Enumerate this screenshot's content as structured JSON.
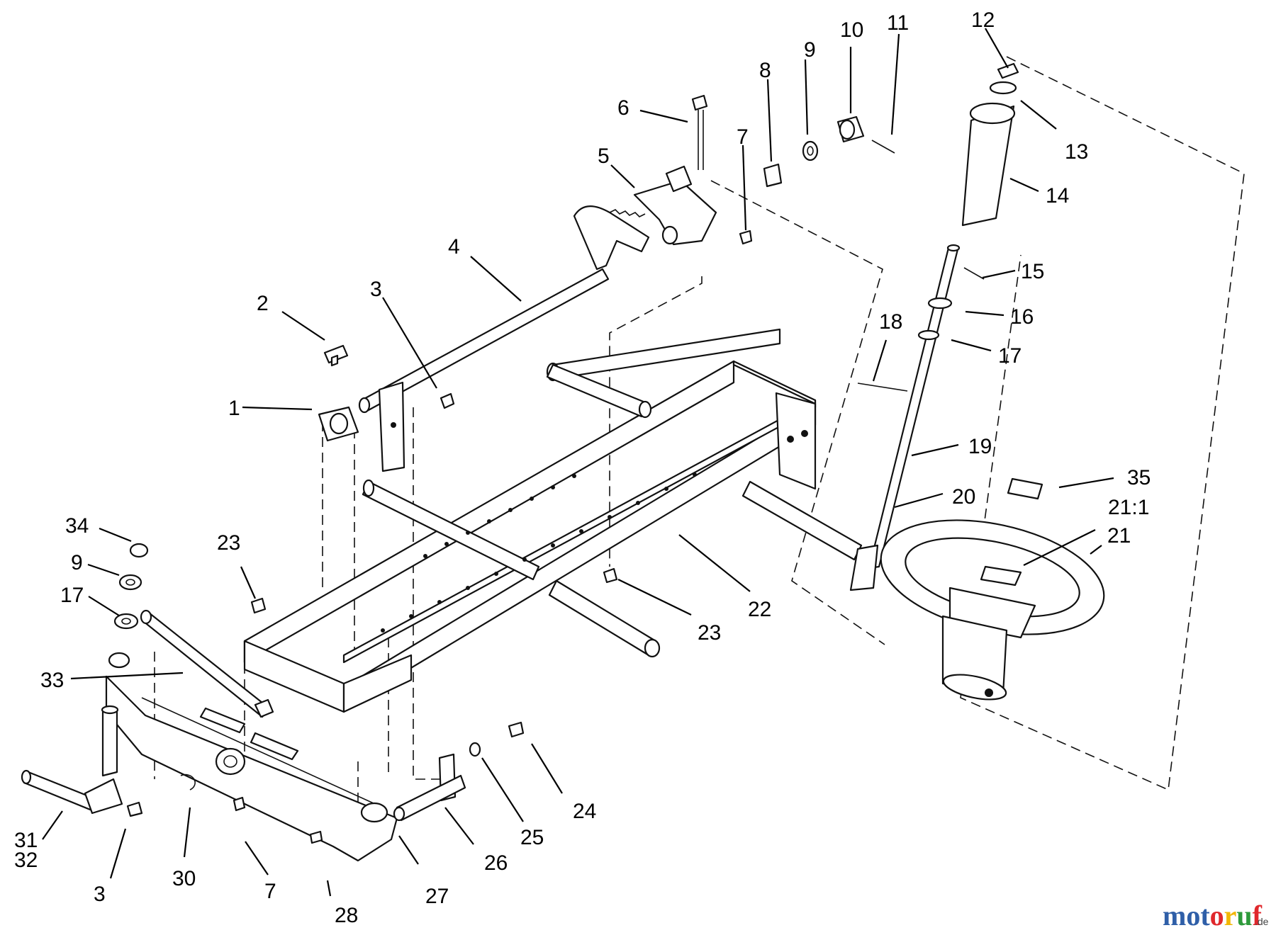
{
  "callouts": [
    {
      "id": "c1",
      "text": "1"
    },
    {
      "id": "c2",
      "text": "2"
    },
    {
      "id": "c3a",
      "text": "3"
    },
    {
      "id": "c3b",
      "text": "3"
    },
    {
      "id": "c4",
      "text": "4"
    },
    {
      "id": "c5",
      "text": "5"
    },
    {
      "id": "c6",
      "text": "6"
    },
    {
      "id": "c7a",
      "text": "7"
    },
    {
      "id": "c7b",
      "text": "7"
    },
    {
      "id": "c8",
      "text": "8"
    },
    {
      "id": "c9a",
      "text": "9"
    },
    {
      "id": "c9b",
      "text": "9"
    },
    {
      "id": "c10",
      "text": "10"
    },
    {
      "id": "c11",
      "text": "11"
    },
    {
      "id": "c12",
      "text": "12"
    },
    {
      "id": "c13",
      "text": "13"
    },
    {
      "id": "c14",
      "text": "14"
    },
    {
      "id": "c15",
      "text": "15"
    },
    {
      "id": "c16",
      "text": "16"
    },
    {
      "id": "c17a",
      "text": "17"
    },
    {
      "id": "c17b",
      "text": "17"
    },
    {
      "id": "c18",
      "text": "18"
    },
    {
      "id": "c19",
      "text": "19"
    },
    {
      "id": "c20",
      "text": "20"
    },
    {
      "id": "c21",
      "text": "21"
    },
    {
      "id": "c21_1",
      "text": "21:1"
    },
    {
      "id": "c22",
      "text": "22"
    },
    {
      "id": "c23a",
      "text": "23"
    },
    {
      "id": "c23b",
      "text": "23"
    },
    {
      "id": "c24",
      "text": "24"
    },
    {
      "id": "c25",
      "text": "25"
    },
    {
      "id": "c26",
      "text": "26"
    },
    {
      "id": "c27",
      "text": "27"
    },
    {
      "id": "c28",
      "text": "28"
    },
    {
      "id": "c30",
      "text": "30"
    },
    {
      "id": "c31",
      "text": "31"
    },
    {
      "id": "c32",
      "text": "32"
    },
    {
      "id": "c33",
      "text": "33"
    },
    {
      "id": "c34",
      "text": "34"
    },
    {
      "id": "c35",
      "text": "35"
    }
  ],
  "watermark": {
    "letters": [
      {
        "ch": "m",
        "color": "#2f5fa8"
      },
      {
        "ch": "o",
        "color": "#2f5fa8"
      },
      {
        "ch": "t",
        "color": "#2f5fa8"
      },
      {
        "ch": "o",
        "color": "#e0282c"
      },
      {
        "ch": "r",
        "color": "#f2b705"
      },
      {
        "ch": "u",
        "color": "#2e9a3b"
      },
      {
        "ch": "f",
        "color": "#e0282c"
      }
    ],
    "suffix": ".de"
  }
}
